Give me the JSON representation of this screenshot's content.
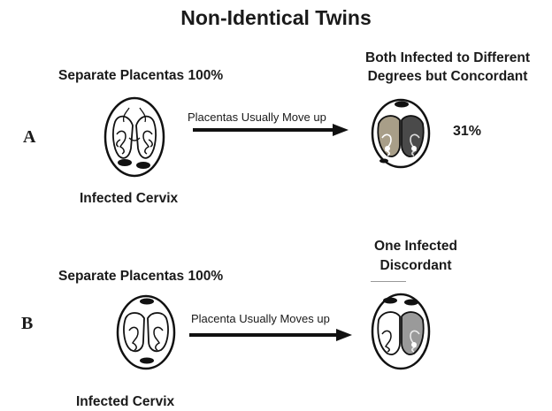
{
  "title": "Non-Identical Twins",
  "panel_a": {
    "letter": "A",
    "left_label": "Separate Placentas 100%",
    "cervix_label": "Infected Cervix",
    "arrow_label": "Placentas Usually Move up",
    "result_line1": "Both Infected to Different",
    "result_line2": "Degrees but Concordant",
    "percentage": "31%"
  },
  "panel_b": {
    "letter": "B",
    "left_label": "Separate Placentas  100%",
    "cervix_label": "Infected Cervix",
    "arrow_label": "Placenta Usually Moves up",
    "result_line1": "One Infected",
    "result_line2": "Discordant"
  },
  "colors": {
    "infected_tan": "#a89e88",
    "infected_dark": "#4a4a4a",
    "infected_gray": "#9a9a9a",
    "placenta": "#111111"
  }
}
